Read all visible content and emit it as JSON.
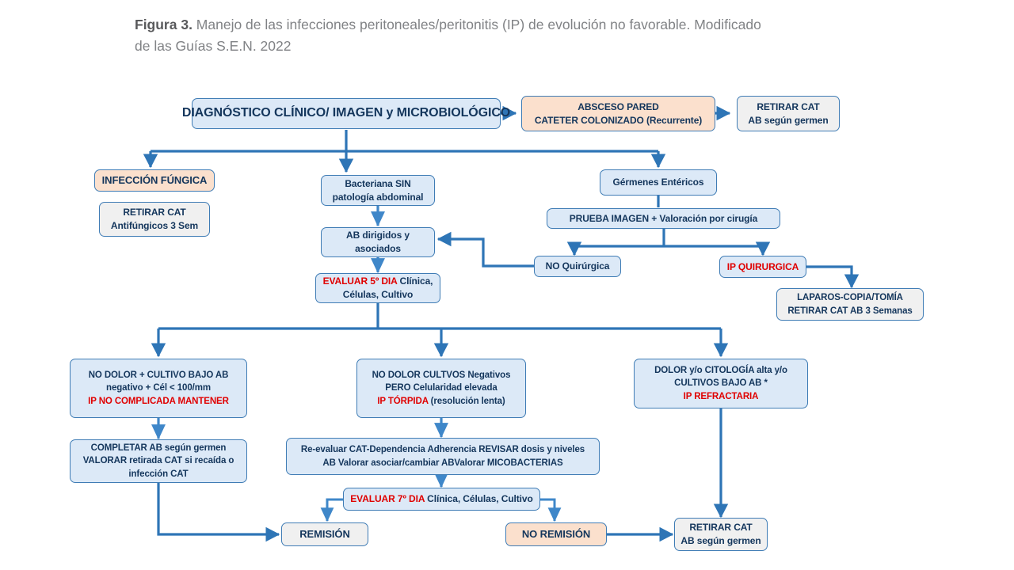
{
  "caption": {
    "label": "Figura 3.",
    "text": " Manejo de las infecciones peritoneales/peritonitis (IP) de evolución no favorable. Modificado de las Guías S.E.N. 2022"
  },
  "colors": {
    "box_blue_fill": "#dce9f7",
    "box_peach_fill": "#fbe0cd",
    "box_gray_fill": "#f0f0f0",
    "box_border": "#3f7cb5",
    "text_dark_blue": "#14365c",
    "text_red": "#e00000",
    "arrow_blue": "#2e75b6",
    "caption_gray": "#808285"
  },
  "chart_data": {
    "type": "diagram",
    "title": "Manejo de las infecciones peritoneales/peritonitis (IP) de evolución no favorable",
    "nodes": [
      {
        "id": "diagnostico",
        "lines": [
          "DIAGNÓSTICO CLÍNICO/ IMAGEN y MICROBIOLÓGICO"
        ]
      },
      {
        "id": "absceso",
        "lines": [
          "ABSCESO PARED",
          "CATETER COLONIZADO (Recurrente)"
        ]
      },
      {
        "id": "retirar_top",
        "lines": [
          "RETIRAR CAT",
          "AB según germen"
        ]
      },
      {
        "id": "fungica",
        "lines": [
          "INFECCIÓN FÚNGICA"
        ]
      },
      {
        "id": "antifungicos",
        "lines": [
          "RETIRAR CAT",
          "Antifúngicos 3 Sem"
        ]
      },
      {
        "id": "bacteriana",
        "lines": [
          "Bacteriana SIN",
          "patología abdominal"
        ]
      },
      {
        "id": "ab_dirigidos",
        "lines": [
          "AB  dirigidos y",
          "asociados"
        ]
      },
      {
        "id": "evaluar5",
        "lines": [
          "EVALUAR 5º DIA Clínica,",
          "Células, Cultivo"
        ]
      },
      {
        "id": "germenes",
        "lines": [
          "Gérmenes Entéricos"
        ]
      },
      {
        "id": "prueba_imagen",
        "lines": [
          "PRUEBA IMAGEN + Valoración por cirugía"
        ]
      },
      {
        "id": "no_quirurgica",
        "lines": [
          "NO Quirúrgica"
        ]
      },
      {
        "id": "ip_quirurgica",
        "lines": [
          "IP QUIRURGICA"
        ]
      },
      {
        "id": "laparo",
        "lines": [
          "LAPAROS-COPIA/TOMÍA",
          "RETIRAR CAT AB 3 Semanas"
        ]
      },
      {
        "id": "no_complicada",
        "lines": [
          "NO DOLOR + CULTIVO BAJO AB",
          "negativo + Cél < 100/mm",
          "IP NO COMPLICADA MANTENER"
        ]
      },
      {
        "id": "torpida",
        "lines": [
          "NO DOLOR CULTVOS Negativos",
          "PERO Celularidad elevada",
          "IP TÓRPIDA (resolución lenta)"
        ]
      },
      {
        "id": "refractaria",
        "lines": [
          "DOLOR y/o CITOLOGÍA alta y/o",
          "CULTIVOS BAJO AB *",
          "IP REFRACTARIA"
        ]
      },
      {
        "id": "completar",
        "lines": [
          "COMPLETAR AB según germen",
          "VALORAR retirada CAT si recaída o",
          "infección CAT"
        ]
      },
      {
        "id": "reevaluar",
        "lines": [
          "Re-evaluar CAT-Dependencia Adherencia REVISAR dosis y niveles",
          "AB Valorar asociar/cambiar AB            Valorar  MICOBACTERIAS"
        ]
      },
      {
        "id": "evaluar7",
        "lines": [
          "EVALUAR 7º DIA Clínica, Células, Cultivo"
        ]
      },
      {
        "id": "remision",
        "lines": [
          "REMISIÓN"
        ]
      },
      {
        "id": "no_remision",
        "lines": [
          "NO REMISIÓN"
        ]
      },
      {
        "id": "retirar_bot",
        "lines": [
          "RETIRAR CAT",
          "AB según germen"
        ]
      }
    ],
    "edges": [
      {
        "from": "diagnostico",
        "to": "absceso"
      },
      {
        "from": "absceso",
        "to": "retirar_top"
      },
      {
        "from": "diagnostico",
        "to": "fungica"
      },
      {
        "from": "diagnostico",
        "to": "bacteriana"
      },
      {
        "from": "diagnostico",
        "to": "germenes"
      },
      {
        "from": "bacteriana",
        "to": "ab_dirigidos"
      },
      {
        "from": "ab_dirigidos",
        "to": "evaluar5"
      },
      {
        "from": "germenes",
        "to": "prueba_imagen"
      },
      {
        "from": "prueba_imagen",
        "to": "no_quirurgica"
      },
      {
        "from": "prueba_imagen",
        "to": "ip_quirurgica"
      },
      {
        "from": "no_quirurgica",
        "to": "ab_dirigidos"
      },
      {
        "from": "ip_quirurgica",
        "to": "laparo"
      },
      {
        "from": "evaluar5",
        "to": "no_complicada"
      },
      {
        "from": "evaluar5",
        "to": "torpida"
      },
      {
        "from": "evaluar5",
        "to": "refractaria"
      },
      {
        "from": "no_complicada",
        "to": "completar"
      },
      {
        "from": "completar",
        "to": "remision"
      },
      {
        "from": "torpida",
        "to": "reevaluar"
      },
      {
        "from": "reevaluar",
        "to": "evaluar7"
      },
      {
        "from": "evaluar7",
        "to": "remision"
      },
      {
        "from": "evaluar7",
        "to": "no_remision"
      },
      {
        "from": "no_remision",
        "to": "retirar_bot"
      },
      {
        "from": "refractaria",
        "to": "retirar_bot"
      }
    ]
  },
  "nodes": {
    "diagnostico": {
      "l1": "DIAGNÓSTICO CLÍNICO/ IMAGEN y MICROBIOLÓGICO"
    },
    "absceso": {
      "l1": "ABSCESO PARED",
      "l2": "CATETER COLONIZADO (Recurrente)"
    },
    "retirar_top": {
      "l1": "RETIRAR CAT",
      "l2": "AB según germen"
    },
    "fungica": {
      "l1": "INFECCIÓN FÚNGICA"
    },
    "antifungicos": {
      "l1": "RETIRAR CAT",
      "l2": "Antifúngicos 3 Sem"
    },
    "bacteriana": {
      "l1": "Bacteriana SIN",
      "l2": "patología abdominal"
    },
    "ab_dirigidos": {
      "l1": "AB  dirigidos y",
      "l2": "asociados"
    },
    "evaluar5": {
      "l1a": "EVALUAR 5º DIA",
      "l1b": " Clínica,",
      "l2": "Células, Cultivo"
    },
    "germenes": {
      "l1": "Gérmenes Entéricos"
    },
    "prueba_imagen": {
      "l1": "PRUEBA IMAGEN + Valoración por cirugía"
    },
    "no_quirurgica": {
      "l1": "NO Quirúrgica"
    },
    "ip_quirurgica": {
      "l1": "IP QUIRURGICA"
    },
    "laparo": {
      "l1": "LAPAROS-COPIA/TOMÍA",
      "l2": "RETIRAR CAT AB 3 Semanas"
    },
    "no_complicada": {
      "l1": "NO DOLOR + CULTIVO BAJO AB",
      "l2": "negativo + Cél < 100/mm",
      "l3": "IP NO COMPLICADA MANTENER"
    },
    "torpida": {
      "l1": "NO DOLOR CULTVOS Negativos",
      "l2": "PERO Celularidad elevada",
      "l3a": "IP TÓRPIDA",
      "l3b": " (resolución lenta)"
    },
    "refractaria": {
      "l1": "DOLOR y/o CITOLOGÍA alta y/o",
      "l2": "CULTIVOS BAJO AB *",
      "l3": "IP REFRACTARIA"
    },
    "completar": {
      "l1": "COMPLETAR AB según germen",
      "l2": "VALORAR retirada CAT si recaída o",
      "l3": "infección CAT"
    },
    "reevaluar": {
      "l1": "Re-evaluar CAT-Dependencia Adherencia REVISAR dosis y niveles",
      "l2a": "AB Valorar asociar/cambiar AB",
      "l2b": "Valorar  MICOBACTERIAS"
    },
    "evaluar7": {
      "l1a": "EVALUAR 7º DIA",
      "l1b": " Clínica, Células, Cultivo"
    },
    "remision": {
      "l1": "REMISIÓN"
    },
    "no_remision": {
      "l1": "NO REMISIÓN"
    },
    "retirar_bot": {
      "l1": "RETIRAR CAT",
      "l2": "AB según germen"
    }
  }
}
